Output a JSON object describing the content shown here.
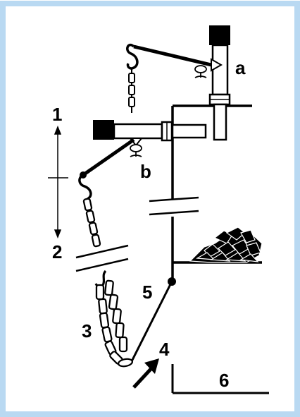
{
  "border_color": "#b9d9f2",
  "ink_color": "#000000",
  "labels": {
    "a": "a",
    "b": "b",
    "n1": "1",
    "n2": "2",
    "n3": "3",
    "n4": "4",
    "n5": "5",
    "n6": "6"
  }
}
